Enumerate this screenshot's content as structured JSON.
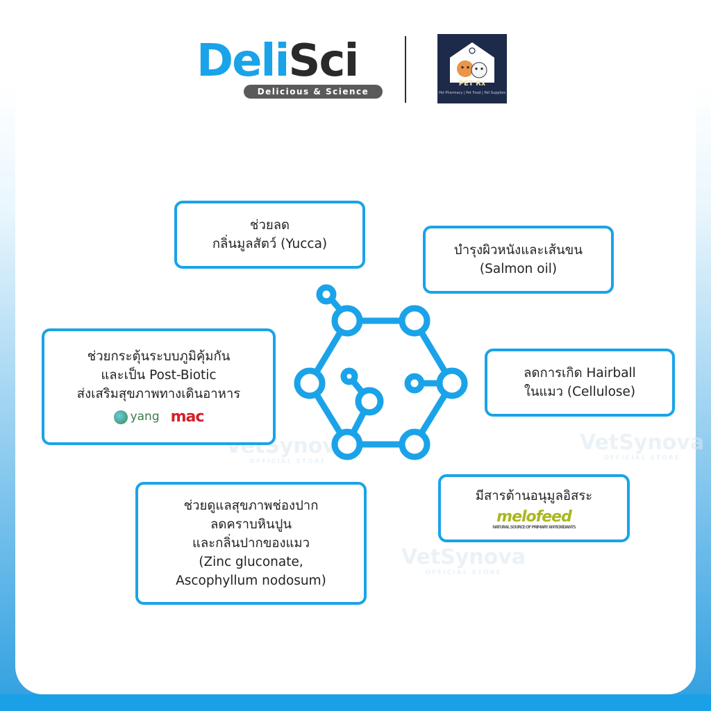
{
  "header": {
    "deli_part": "Deli",
    "sci_part": "Sci",
    "tagline": "Delicious & Science",
    "petrx_name": "PET Rx",
    "petrx_sub": "Pet Pharmacy | Pet Food | Pet Supplies"
  },
  "watermark": {
    "brand": "VetSynova",
    "sub": "OFFICIAL STORE"
  },
  "benefits": {
    "odor": {
      "lines": [
        "ช่วยลด",
        "กลิ่นมูลสัตว์ (Yucca)"
      ]
    },
    "skin": {
      "lines": [
        "บำรุงผิวหนังและเส้นขน",
        "(Salmon oil)"
      ]
    },
    "immune": {
      "lines": [
        "ช่วยกระตุ้นระบบภูมิคุ้มกัน",
        "และเป็น Post-Biotic",
        "ส่งเสริมสุขภาพทางเดินอาหาร"
      ],
      "brand1": "yang",
      "brand2": "mac"
    },
    "hairball": {
      "lines": [
        "ลดการเกิด Hairball",
        "ในแมว (Cellulose)"
      ]
    },
    "oral": {
      "lines": [
        "ช่วยดูแลสุขภาพช่องปาก",
        "ลดคราบหินปูน",
        "และกลิ่นปากของแมว",
        "(Zinc gluconate,",
        "Ascophyllum nodosum)"
      ]
    },
    "antioxidant": {
      "lines": [
        "มีสารต้านอนุมูลอิสระ"
      ],
      "brand": "melofeed",
      "brand_sub": "NATURAL SOURCE OF PRIMARY ANTIOXIDANTS"
    }
  },
  "colors": {
    "accent": "#1aa3e8",
    "molecule_stroke": "#1aa3e8"
  },
  "icons": [
    "molecule-icon",
    "pet-house-icon"
  ]
}
